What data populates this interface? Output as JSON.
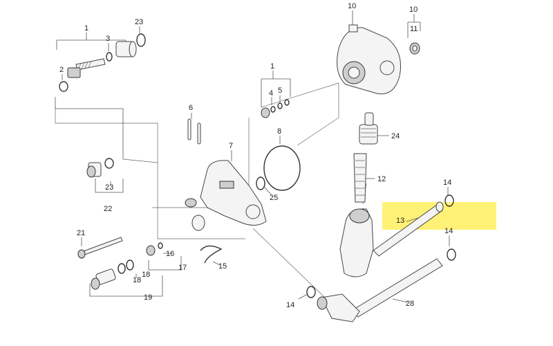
{
  "callouts": {
    "c1a": "1",
    "c1b": "1",
    "c2": "2",
    "c3": "3",
    "c4": "4",
    "c5": "5",
    "c6": "6",
    "c7": "7",
    "c8": "8",
    "c10a": "10",
    "c10b": "10",
    "c11": "11",
    "c12": "12",
    "c13": "13",
    "c14a": "14",
    "c14b": "14",
    "c14c": "14",
    "c15": "15",
    "c16": "16",
    "c17": "17",
    "c18a": "18",
    "c18b": "18",
    "c19": "19",
    "c21": "21",
    "c22": "22",
    "c23a": "23",
    "c23b": "23",
    "c24": "24",
    "c25": "25",
    "c28": "28"
  },
  "highlight_color": "#fff176"
}
